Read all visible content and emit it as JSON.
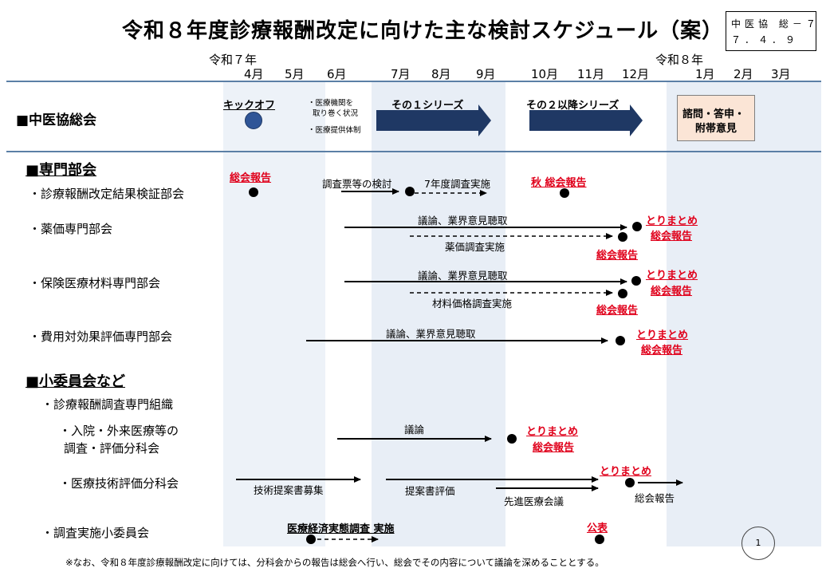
{
  "title": "令和８年度診療報酬改定に向けた主な検討スケジュール（案）",
  "doc_id": {
    "line1": "中医協 総－７",
    "line2": "７．４．９"
  },
  "timeline": {
    "year_start": "令和７年",
    "year_next": "令和８年",
    "months": [
      "4月",
      "5月",
      "6月",
      "7月",
      "8月",
      "9月",
      "10月",
      "11月",
      "12月",
      "1月",
      "2月",
      "3月"
    ]
  },
  "sections": {
    "chuikyo": "■中医協総会",
    "senmon": "■専門部会",
    "shoiinkai": "■小委員会など"
  },
  "chuikyo": {
    "kickoff": "キックオフ",
    "note1": "・医療機関を",
    "note2": "取り巻く状況",
    "note3": "・医療提供体制",
    "series1": "その１シリーズ",
    "series2": "その２以降シリーズ",
    "final1": "諮問・答申・",
    "final2": "附帯意見"
  },
  "rows": {
    "kensho": {
      "label": "・診療報酬改定結果検証部会",
      "report1": "総会報告",
      "survey_prep": "調査票等の検討",
      "survey_run": "7年度調査実施",
      "report2": "秋 総会報告"
    },
    "yakka": {
      "label": "・薬価専門部会",
      "discussion": "議論、業界意見聴取",
      "survey": "薬価調査実施",
      "torimatome": "とりまとめ",
      "report_a": "総会報告",
      "report_b": "総会報告"
    },
    "hoken": {
      "label": "・保険医療材料専門部会",
      "discussion": "議論、業界意見聴取",
      "survey": "材料価格調査実施",
      "torimatome": "とりまとめ",
      "report_a": "総会報告",
      "report_b": "総会報告"
    },
    "hiyo": {
      "label": "・費用対効果評価専門部会",
      "discussion": "議論、業界意見聴取",
      "torimatome": "とりまとめ",
      "report": "総会報告"
    },
    "chosa_org": {
      "label": "・診療報酬調査専門組織"
    },
    "nyuin": {
      "label1": "・入院・外来医療等の",
      "label2": "調査・評価分科会",
      "discussion": "議論",
      "torimatome": "とりまとめ",
      "report": "総会報告"
    },
    "gijutsu": {
      "label": "・医療技術評価分科会",
      "boshu": "技術提案書募集",
      "hyoka": "提案書評価",
      "senshin": "先進医療会議",
      "torimatome": "とりまとめ",
      "report": "総会報告"
    },
    "jisshi": {
      "label": "・調査実施小委員会",
      "survey": "医療経済実態調査 実施",
      "publish": "公表"
    }
  },
  "footnote": "※なお、令和８年度診療報酬改定に向けては、分科会からの報告は総会へ行い、総会でその内容について議論を深めることとする。",
  "page_number": "1",
  "colors": {
    "arrow_navy": "#1f3864",
    "red": "#e0001b",
    "band": "#e8eef6",
    "final_box": "#fbe5d6"
  }
}
